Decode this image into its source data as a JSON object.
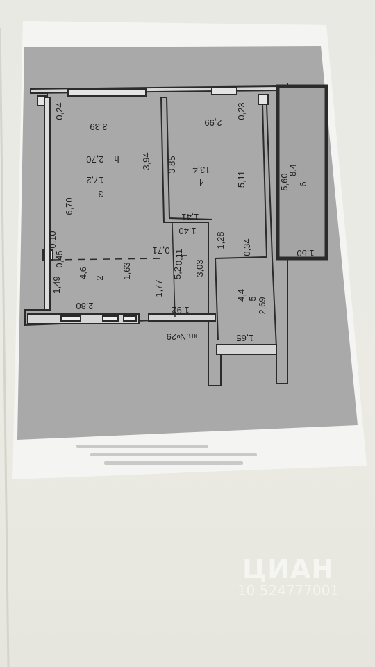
{
  "plan": {
    "apartment_label": "кв.№29",
    "height_label": "h = 2,70",
    "rooms": [
      {
        "number": "3",
        "area": "17,2"
      },
      {
        "number": "4",
        "area": "13,4"
      },
      {
        "number": "6",
        "area": "8,4"
      },
      {
        "number": "2",
        "area": "4,6"
      },
      {
        "number": "1",
        "area": "5,2"
      },
      {
        "number": "5",
        "area": "4,4"
      }
    ],
    "dimensions": [
      "0,24",
      "3,39",
      "3,94",
      "6,70",
      "0,10",
      "0,45",
      "1,49",
      "2,80",
      "1,63",
      "0,71",
      "1,40",
      "1,41",
      "3,85",
      "2,99",
      "0,23",
      "5,11",
      "1,28",
      "0,11",
      "3,03",
      "1,77",
      "1,92",
      "0,34",
      "2,69",
      "1,65",
      "5,60",
      "1,50"
    ]
  },
  "watermark": {
    "brand": "ЦИАН",
    "id": "10 524777001"
  }
}
